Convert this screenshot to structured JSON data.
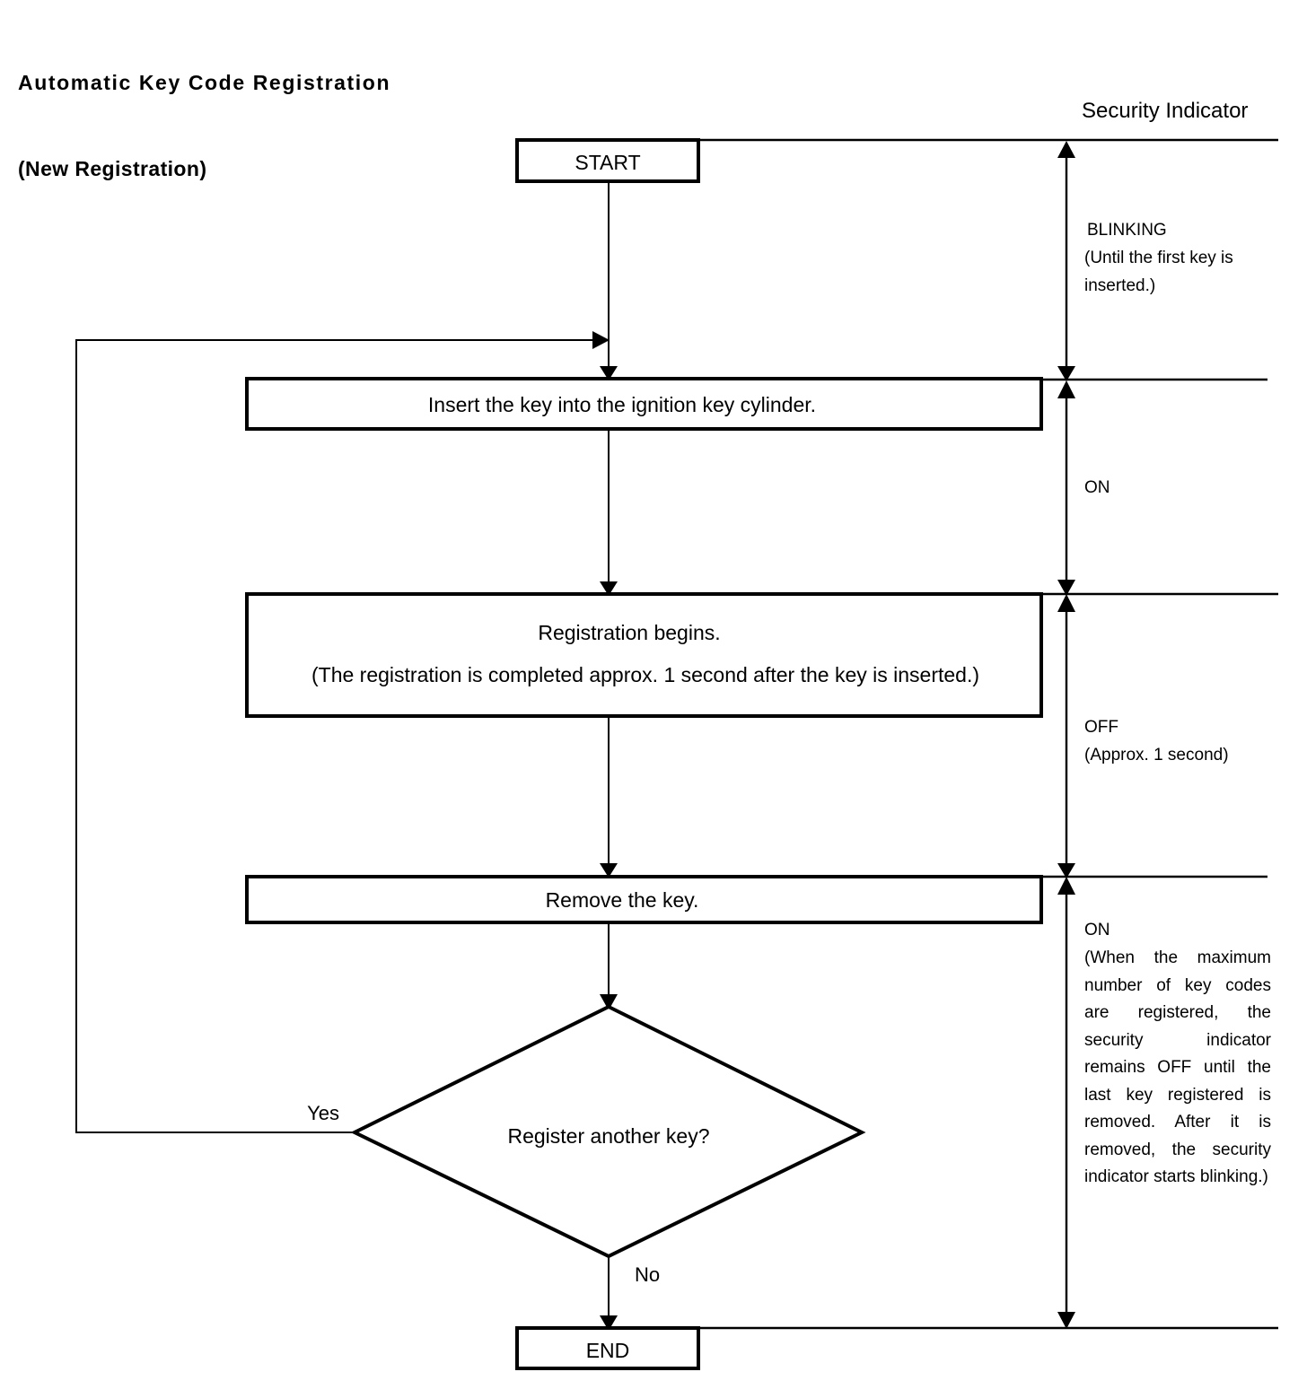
{
  "document": {
    "title_line1": "Automatic Key Code Registration",
    "title_line2": "(New Registration)"
  },
  "flowchart": {
    "type": "flowchart",
    "nodes": [
      {
        "id": "start",
        "shape": "terminator",
        "label": "START"
      },
      {
        "id": "insert_key",
        "shape": "process",
        "label": "Insert the key into the ignition key cylinder."
      },
      {
        "id": "registration_begins",
        "shape": "process",
        "line1": "Registration begins.",
        "line2": "(The registration is completed approx. 1 second after the key is inserted.)"
      },
      {
        "id": "remove_key",
        "shape": "process",
        "label": "Remove the key."
      },
      {
        "id": "decision",
        "shape": "decision",
        "label": "Register another key?"
      },
      {
        "id": "end",
        "shape": "terminator",
        "label": "END"
      }
    ],
    "edge_labels": {
      "yes": "Yes",
      "no": "No"
    }
  },
  "security_indicator": {
    "heading": "Security Indicator",
    "phases": [
      {
        "id": "phase-blinking",
        "state": "BLINKING",
        "note": "(Until the first key is\ninserted.)"
      },
      {
        "id": "phase-on-1",
        "state": "ON",
        "note": ""
      },
      {
        "id": "phase-off",
        "state": "OFF",
        "note": "(Approx. 1 second)"
      },
      {
        "id": "phase-on-2",
        "state": "ON",
        "note": "(When the maximum number of key codes are registered, the security indicator remains OFF until the last key registered is removed. After it is removed, the security indicator starts blinking.)"
      }
    ]
  },
  "colors": {
    "ink": "#000000",
    "paper": "#ffffff"
  }
}
